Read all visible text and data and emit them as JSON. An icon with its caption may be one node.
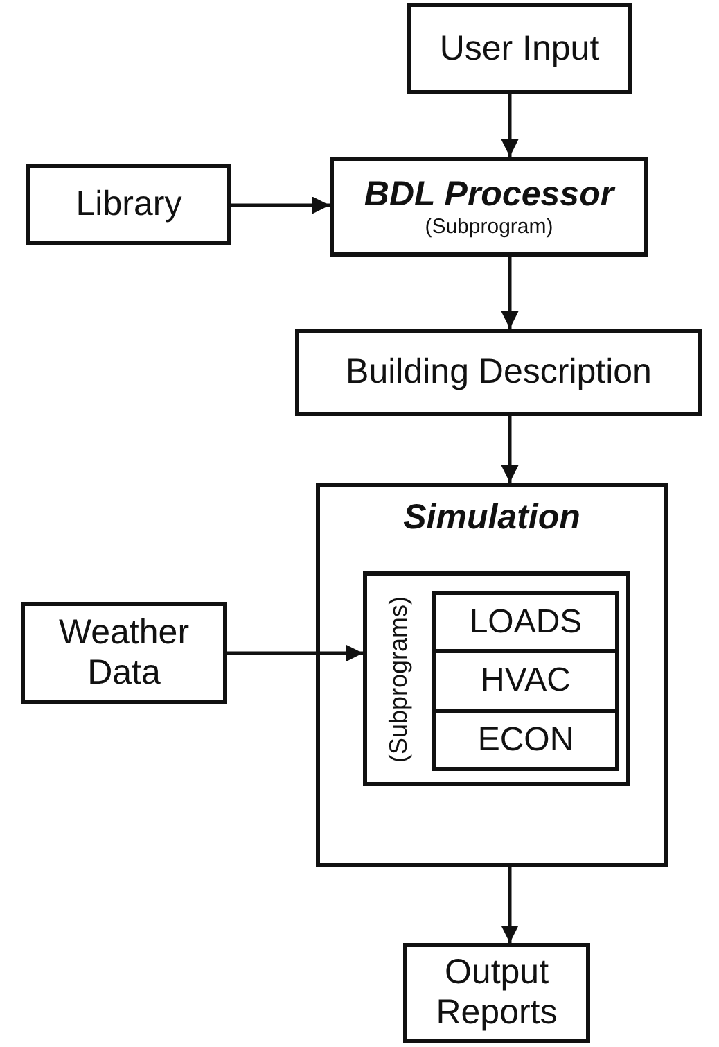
{
  "diagram": {
    "nodes": [
      {
        "text": [
          "User Input"
        ]
      },
      {
        "text": [
          "Library"
        ]
      },
      {
        "text": [
          "BDL Processor",
          "(Subprogram)"
        ]
      },
      {
        "text": [
          "Building Description"
        ]
      },
      {
        "text": [
          "Simulation"
        ]
      },
      {
        "text": [
          "(Subprograms)"
        ],
        "in": 4
      },
      {
        "text": [
          "LOADS"
        ],
        "in": 5
      },
      {
        "text": [
          "HVAC"
        ],
        "in": 5
      },
      {
        "text": [
          "ECON"
        ],
        "in": 5
      },
      {
        "text": [
          "Weather Data"
        ]
      },
      {
        "text": [
          "Output Reports"
        ]
      }
    ],
    "edges": [
      {
        "from": 0,
        "to": 2,
        "arrow": "to"
      },
      {
        "from": 1,
        "to": 2,
        "arrow": "to"
      },
      {
        "from": 2,
        "to": 3,
        "arrow": "to"
      },
      {
        "from": 3,
        "to": 4,
        "arrow": "to"
      },
      {
        "from": 9,
        "to": 5,
        "arrow": "to"
      },
      {
        "from": 4,
        "to": 10,
        "arrow": "to"
      }
    ]
  }
}
